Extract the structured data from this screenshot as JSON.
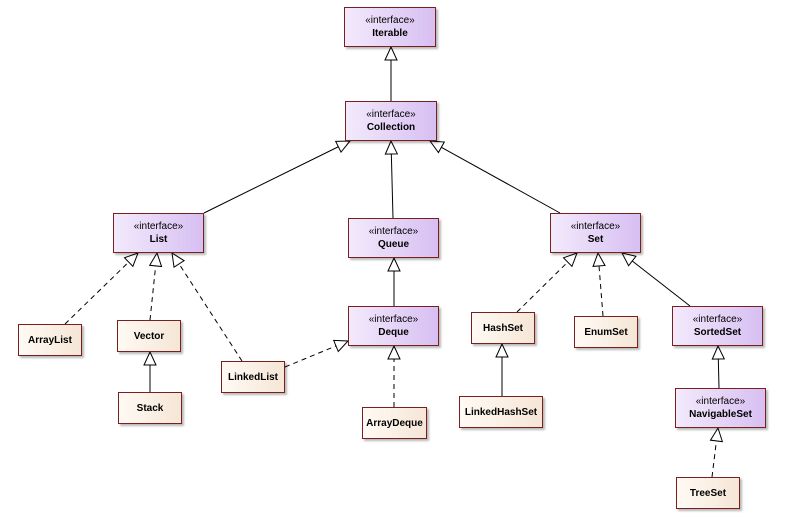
{
  "stereotype": "«interface»",
  "nodes": {
    "iterable": {
      "name": "Iterable"
    },
    "collection": {
      "name": "Collection"
    },
    "list": {
      "name": "List"
    },
    "queue": {
      "name": "Queue"
    },
    "set": {
      "name": "Set"
    },
    "arraylist": {
      "name": "ArrayList"
    },
    "vector": {
      "name": "Vector"
    },
    "stack": {
      "name": "Stack"
    },
    "linkedlist": {
      "name": "LinkedList"
    },
    "deque": {
      "name": "Deque"
    },
    "arraydeque": {
      "name": "ArrayDeque"
    },
    "hashset": {
      "name": "HashSet"
    },
    "linkedhashset": {
      "name": "LinkedHashSet"
    },
    "enumset": {
      "name": "EnumSet"
    },
    "sortedset": {
      "name": "SortedSet"
    },
    "navigableset": {
      "name": "NavigableSet"
    },
    "treeset": {
      "name": "TreeSet"
    }
  },
  "relations": [
    {
      "from": "collection",
      "to": "iterable",
      "kind": "generalization"
    },
    {
      "from": "list",
      "to": "collection",
      "kind": "generalization"
    },
    {
      "from": "queue",
      "to": "collection",
      "kind": "generalization"
    },
    {
      "from": "set",
      "to": "collection",
      "kind": "generalization"
    },
    {
      "from": "arraylist",
      "to": "list",
      "kind": "realization"
    },
    {
      "from": "vector",
      "to": "list",
      "kind": "realization"
    },
    {
      "from": "linkedlist",
      "to": "list",
      "kind": "realization"
    },
    {
      "from": "stack",
      "to": "vector",
      "kind": "generalization"
    },
    {
      "from": "linkedlist",
      "to": "deque",
      "kind": "realization"
    },
    {
      "from": "deque",
      "to": "queue",
      "kind": "generalization"
    },
    {
      "from": "arraydeque",
      "to": "deque",
      "kind": "realization"
    },
    {
      "from": "hashset",
      "to": "set",
      "kind": "realization"
    },
    {
      "from": "enumset",
      "to": "set",
      "kind": "realization"
    },
    {
      "from": "sortedset",
      "to": "set",
      "kind": "generalization"
    },
    {
      "from": "linkedhashset",
      "to": "hashset",
      "kind": "generalization"
    },
    {
      "from": "navigableset",
      "to": "sortedset",
      "kind": "generalization"
    },
    {
      "from": "treeset",
      "to": "navigableset",
      "kind": "realization"
    }
  ]
}
